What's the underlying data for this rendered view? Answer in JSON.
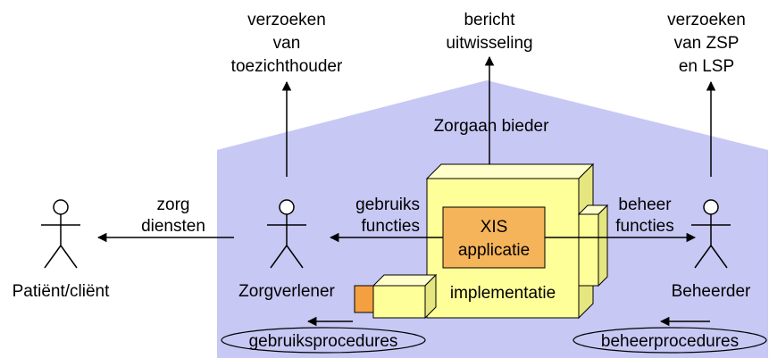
{
  "colors": {
    "background": "#ffffff",
    "organization_area": "#c8c8f5",
    "application_body": "#ffff99",
    "application_side": "#e6e680",
    "xis_box": "#f5b45a",
    "small_block_orange": "#f5a040",
    "line": "#000000"
  },
  "organization_label": "Zorgaan  bieder",
  "external_requests": {
    "supervisor": [
      "verzoeken",
      "van",
      "toezichthouder"
    ],
    "message_exchange": [
      "bericht",
      "uitwisseling"
    ],
    "zsp_lsp": [
      "verzoeken",
      "van ZSP",
      "en LSP"
    ]
  },
  "actors": {
    "patient": "Patiënt/cliënt",
    "care_provider": "Zorgverlener",
    "administrator": "Beheerder"
  },
  "flows": {
    "care_services": [
      "zorg",
      "diensten"
    ],
    "usage_functions": [
      "gebruiks",
      "functies"
    ],
    "management_functions": [
      "beheer",
      "functies"
    ]
  },
  "application": {
    "title": [
      "XIS",
      "applicatie"
    ],
    "implementation": "implementatie"
  },
  "procedures": {
    "usage": "gebruiksprocedures",
    "management": "beheerprocedures"
  }
}
